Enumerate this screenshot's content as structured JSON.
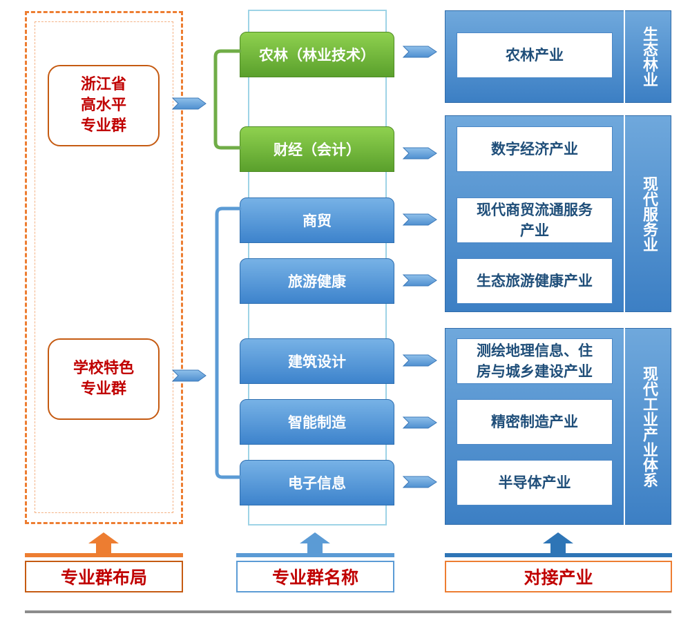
{
  "footer": {
    "layout_title": "专业群布局",
    "names_title": "专业群名称",
    "industry_title": "对接产业"
  },
  "layout": {
    "provincial": "浙江省\n高水平\n专业群",
    "school": "学校特色\n专业群"
  },
  "groups": [
    {
      "label": "农林（林业技术）",
      "level": "provincial",
      "color": "green"
    },
    {
      "label": "财经（会计）",
      "level": "provincial",
      "color": "green"
    },
    {
      "label": "商贸",
      "level": "school",
      "color": "blue"
    },
    {
      "label": "旅游健康",
      "level": "school",
      "color": "blue"
    },
    {
      "label": "建筑设计",
      "level": "school",
      "color": "blue"
    },
    {
      "label": "智能制造",
      "level": "school",
      "color": "blue"
    },
    {
      "label": "电子信息",
      "level": "school",
      "color": "blue"
    }
  ],
  "industries": [
    {
      "label": "农林产业"
    },
    {
      "label": "数字经济产业"
    },
    {
      "label": "现代商贸流通服务\n产业"
    },
    {
      "label": "生态旅游健康产业"
    },
    {
      "label": "测绘地理信息、住\n房与城乡建设产业"
    },
    {
      "label": "精密制造产业"
    },
    {
      "label": "半导体产业"
    }
  ],
  "sectors": [
    {
      "label": "生态林业"
    },
    {
      "label": "现代服务业"
    },
    {
      "label": "现代工业产业体系"
    }
  ],
  "colors": {
    "orange": "#ed7d31",
    "green": "#70ad47",
    "blue": "#5b9bd5",
    "dark_blue": "#2e75b6",
    "red_text": "#c00000"
  }
}
